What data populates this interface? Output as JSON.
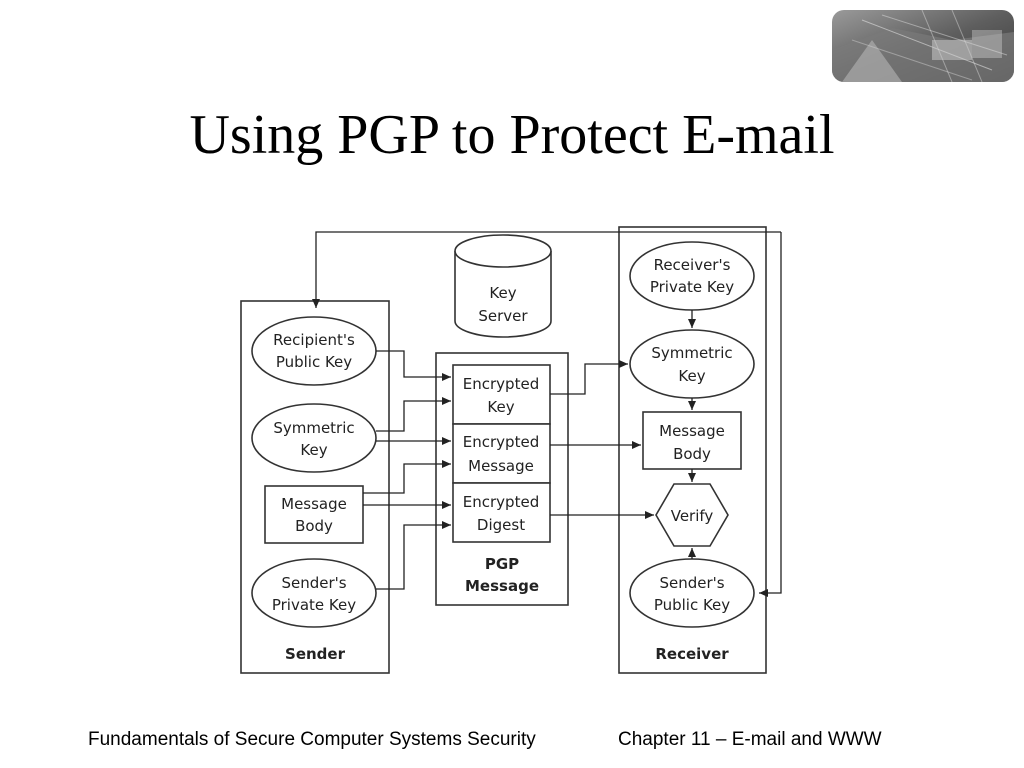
{
  "slide": {
    "title": "Using PGP to Protect E-mail",
    "footer_left": "Fundamentals of Secure Computer Systems Security",
    "footer_right": "Chapter 11 – E-mail and WWW"
  },
  "decoration": {
    "corner_image": "building-photo"
  },
  "diagram": {
    "key_server": {
      "line1": "Key",
      "line2": "Server"
    },
    "sender": {
      "label": "Sender",
      "recipient_public_key": {
        "line1": "Recipient's",
        "line2": "Public Key"
      },
      "symmetric_key": {
        "line1": "Symmetric",
        "line2": "Key"
      },
      "message_body": {
        "line1": "Message",
        "line2": "Body"
      },
      "private_key": {
        "line1": "Sender's",
        "line2": "Private Key"
      }
    },
    "pgp_message": {
      "label_line1": "PGP",
      "label_line2": "Message",
      "encrypted_key": {
        "line1": "Encrypted",
        "line2": "Key"
      },
      "encrypted_message": {
        "line1": "Encrypted",
        "line2": "Message"
      },
      "encrypted_digest": {
        "line1": "Encrypted",
        "line2": "Digest"
      }
    },
    "receiver": {
      "label": "Receiver",
      "private_key": {
        "line1": "Receiver's",
        "line2": "Private Key"
      },
      "symmetric_key": {
        "line1": "Symmetric",
        "line2": "Key"
      },
      "message_body": {
        "line1": "Message",
        "line2": "Body"
      },
      "verify": "Verify",
      "sender_public_key": {
        "line1": "Sender's",
        "line2": "Public Key"
      }
    }
  }
}
